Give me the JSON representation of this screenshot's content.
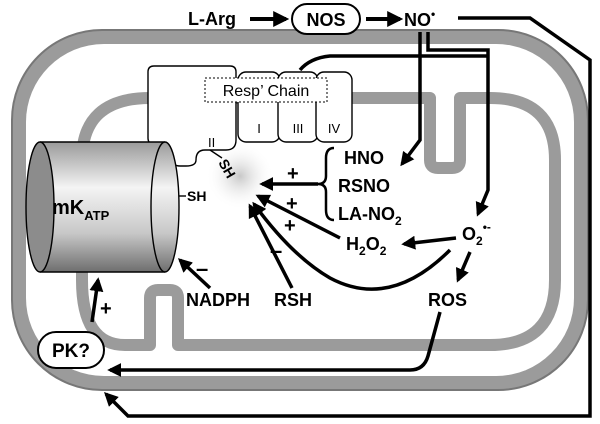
{
  "top": {
    "l_arg": "L-Arg",
    "nos": "NOS",
    "no": "NO",
    "no_dot": "•"
  },
  "resp_chain": {
    "title": "Resp’ Chain",
    "complex_i": "I",
    "complex_ii": "II",
    "complex_iii": "III",
    "complex_iv": "IV"
  },
  "channel": {
    "m": "mK",
    "atp": "ATP",
    "sh_left": "SH",
    "sh_right": "SH"
  },
  "species": {
    "hno": "HNO",
    "rsno": "RSNO",
    "la_no2_main": "LA-NO",
    "la_no2_sub": "2",
    "h2o2_h": "H",
    "h2o2_2a": "2",
    "h2o2_o": "O",
    "h2o2_2b": "2",
    "superoxide_o": "O",
    "superoxide_2": "2",
    "superoxide_charge": "•-",
    "ros": "ROS",
    "nadph": "NADPH",
    "rsh": "RSH",
    "pk": "PK?"
  },
  "signs": {
    "plus_1": "+",
    "plus_2": "+",
    "plus_3": "+",
    "plus_pk": "+",
    "minus_rsh": "–",
    "minus_nadph": "–"
  }
}
